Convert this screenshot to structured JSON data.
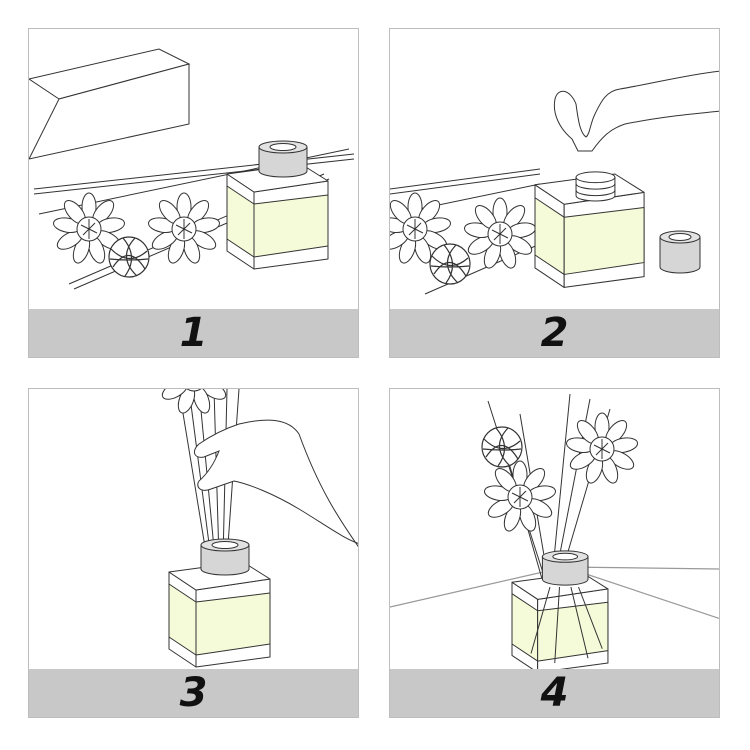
{
  "steps": [
    {
      "number": "1"
    },
    {
      "number": "2"
    },
    {
      "number": "3"
    },
    {
      "number": "4"
    }
  ],
  "colors": {
    "liquid": "#f5fbd8",
    "cap": "#d6d6d6",
    "label_bar": "#c8c8c8",
    "border": "#bdbdbd"
  }
}
